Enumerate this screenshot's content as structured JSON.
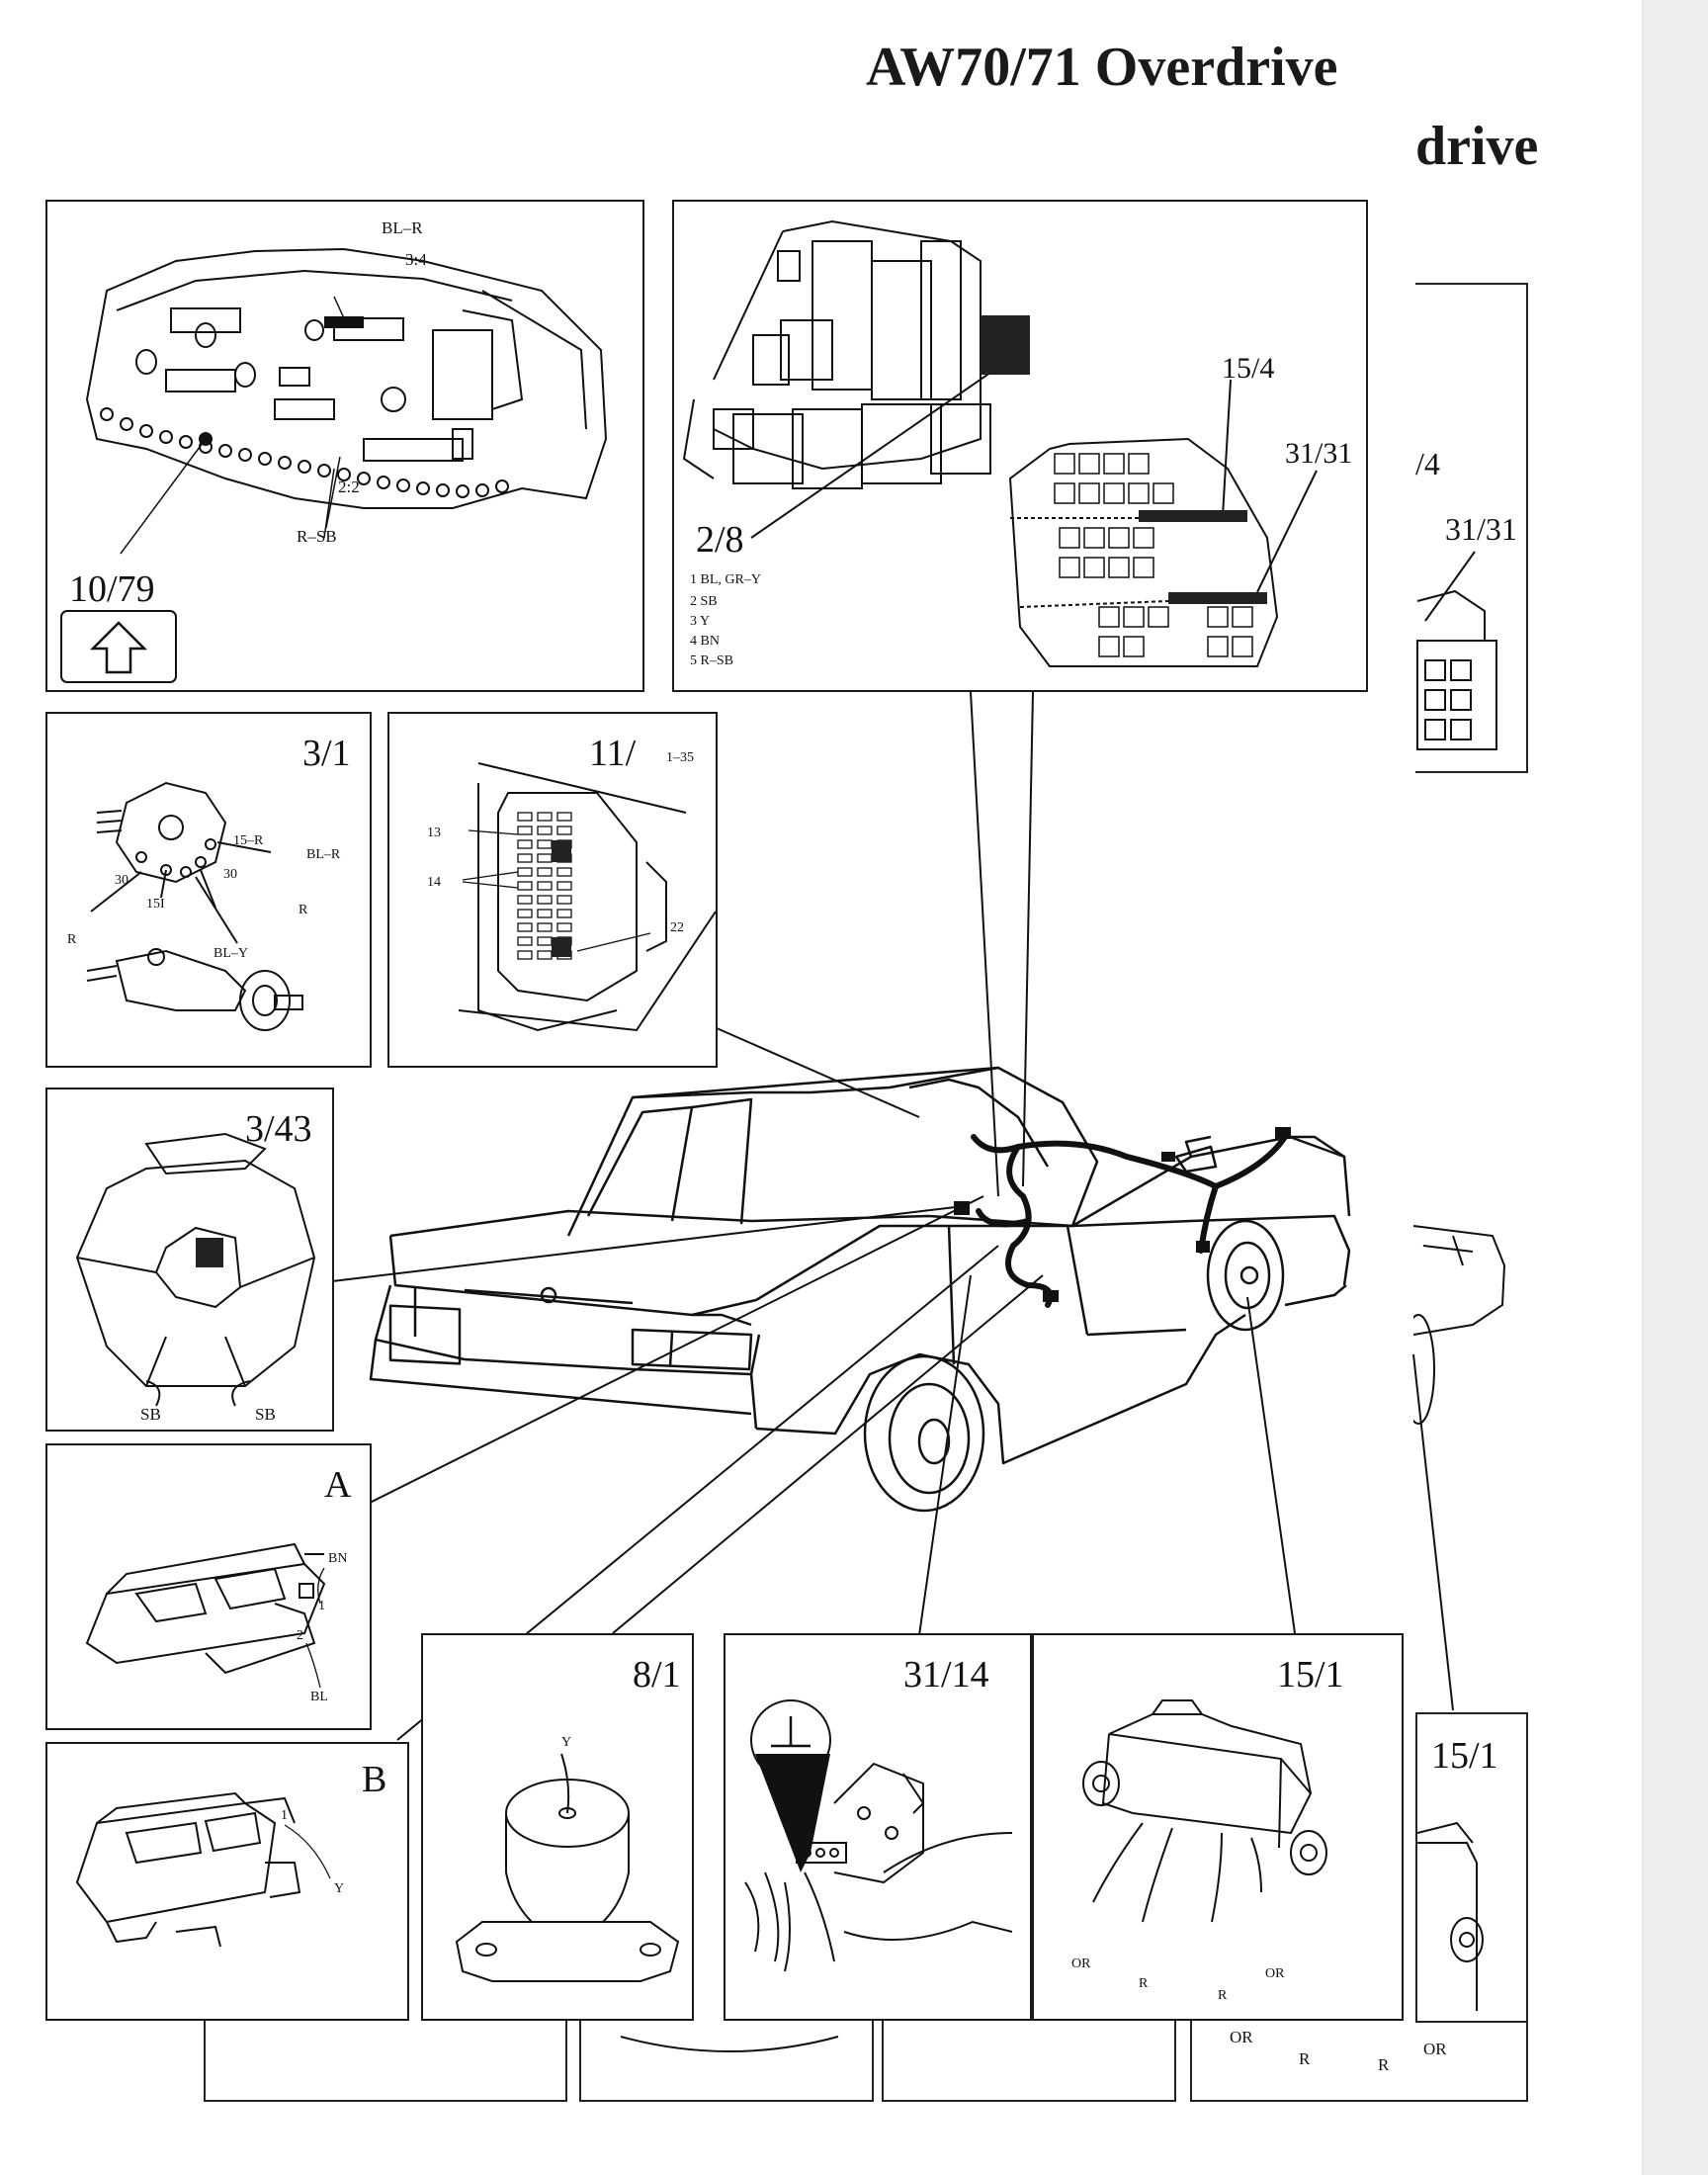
{
  "page": {
    "title": "AW70/71 Overdrive",
    "title_fragment": "drive"
  },
  "panels": {
    "instrument": {
      "id": "10/79",
      "labels": [
        "BL–R",
        "3:4",
        "2:2",
        "R–SB"
      ]
    },
    "relay": {
      "id": "2/8",
      "labels": [
        "15/4",
        "31/31"
      ],
      "legend": [
        "1 BL, GR–Y",
        "2 SB",
        "3 Y",
        "4 BN",
        "5 R–SB"
      ]
    },
    "ghost_relay": {
      "labels": [
        "/4",
        "31/31"
      ]
    },
    "ignition": {
      "id": "3/1",
      "labels": [
        "15–R",
        "BL–R",
        "30",
        "30",
        "15I",
        "R",
        "R",
        "BL–Y"
      ]
    },
    "fusebox": {
      "id": "11/",
      "range": "1–35",
      "labels": [
        "13",
        "14",
        "22"
      ]
    },
    "gear_selector": {
      "id": "3/43",
      "labels": [
        "SB",
        "SB"
      ]
    },
    "connector_a": {
      "id": "A",
      "labels": [
        "BN",
        "1",
        "2",
        "BL"
      ]
    },
    "connector_b": {
      "id": "B",
      "labels": [
        "1",
        "Y"
      ]
    },
    "switch_8_1": {
      "id": "8/1",
      "labels": [
        "Y"
      ]
    },
    "ground_31_14": {
      "id": "31/14"
    },
    "control_unit": {
      "id": "15/1",
      "labels": [
        "OR",
        "R",
        "R",
        "OR"
      ]
    },
    "ghost_control_unit": {
      "id": "15/1",
      "labels": [
        "OR",
        "R",
        "R",
        "OR"
      ]
    }
  }
}
